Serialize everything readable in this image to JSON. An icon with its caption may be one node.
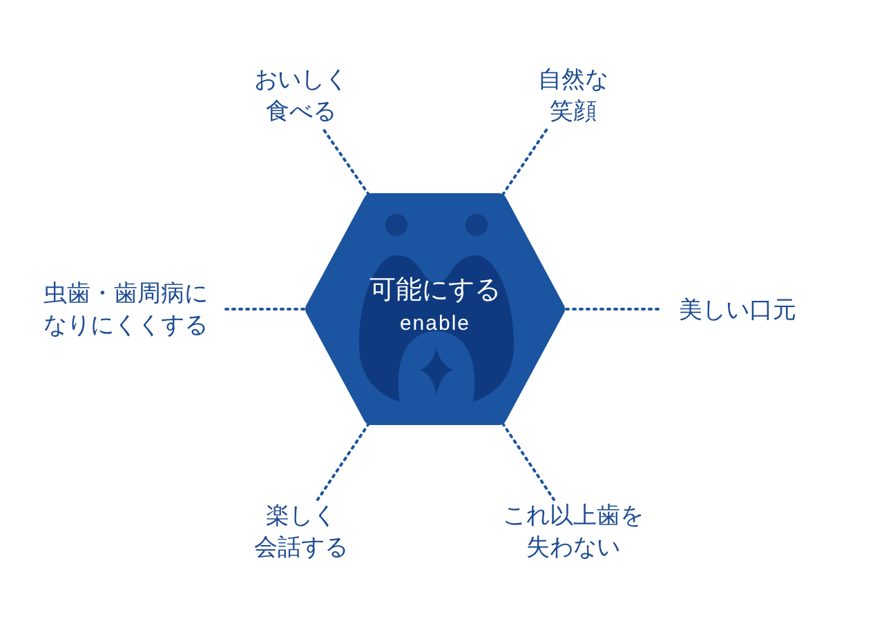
{
  "diagram": {
    "nodes": [
      {
        "text": [
          "可能にする",
          "enable"
        ]
      },
      {
        "text": [
          "おいしく食べる"
        ]
      },
      {
        "text": [
          "自然な笑顔"
        ]
      },
      {
        "text": [
          "美しい口元"
        ]
      },
      {
        "text": [
          "虫歯・歯周病になりにくくする"
        ]
      },
      {
        "text": [
          "楽しく会話する"
        ]
      },
      {
        "text": [
          "これ以上歯を失わない"
        ]
      }
    ],
    "edges": [
      {
        "from": 0,
        "to": 1,
        "arrow": "none",
        "style": "dashed"
      },
      {
        "from": 0,
        "to": 2,
        "arrow": "none",
        "style": "dashed"
      },
      {
        "from": 0,
        "to": 3,
        "arrow": "none",
        "style": "dashed"
      },
      {
        "from": 0,
        "to": 4,
        "arrow": "none",
        "style": "dashed"
      },
      {
        "from": 0,
        "to": 5,
        "arrow": "none",
        "style": "dashed"
      },
      {
        "from": 0,
        "to": 6,
        "arrow": "none",
        "style": "dashed"
      }
    ]
  }
}
